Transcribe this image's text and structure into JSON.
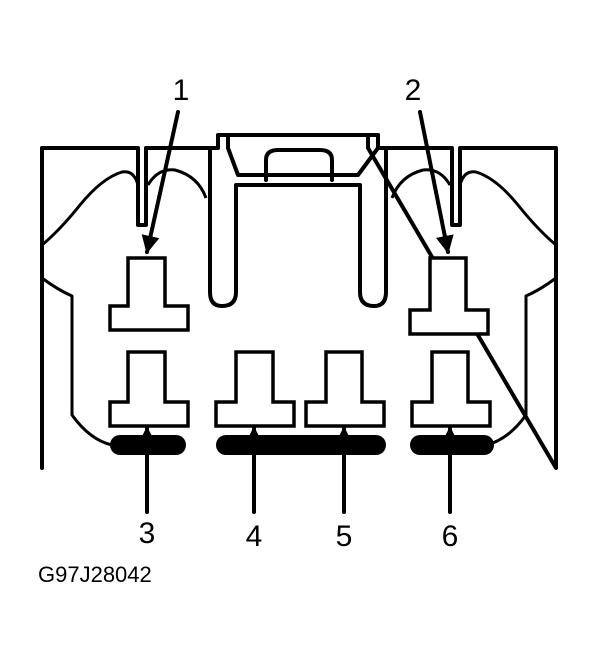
{
  "diagram": {
    "pin_labels": [
      "1",
      "2",
      "3",
      "4",
      "5",
      "6"
    ],
    "figure_code": "G97J28042"
  }
}
